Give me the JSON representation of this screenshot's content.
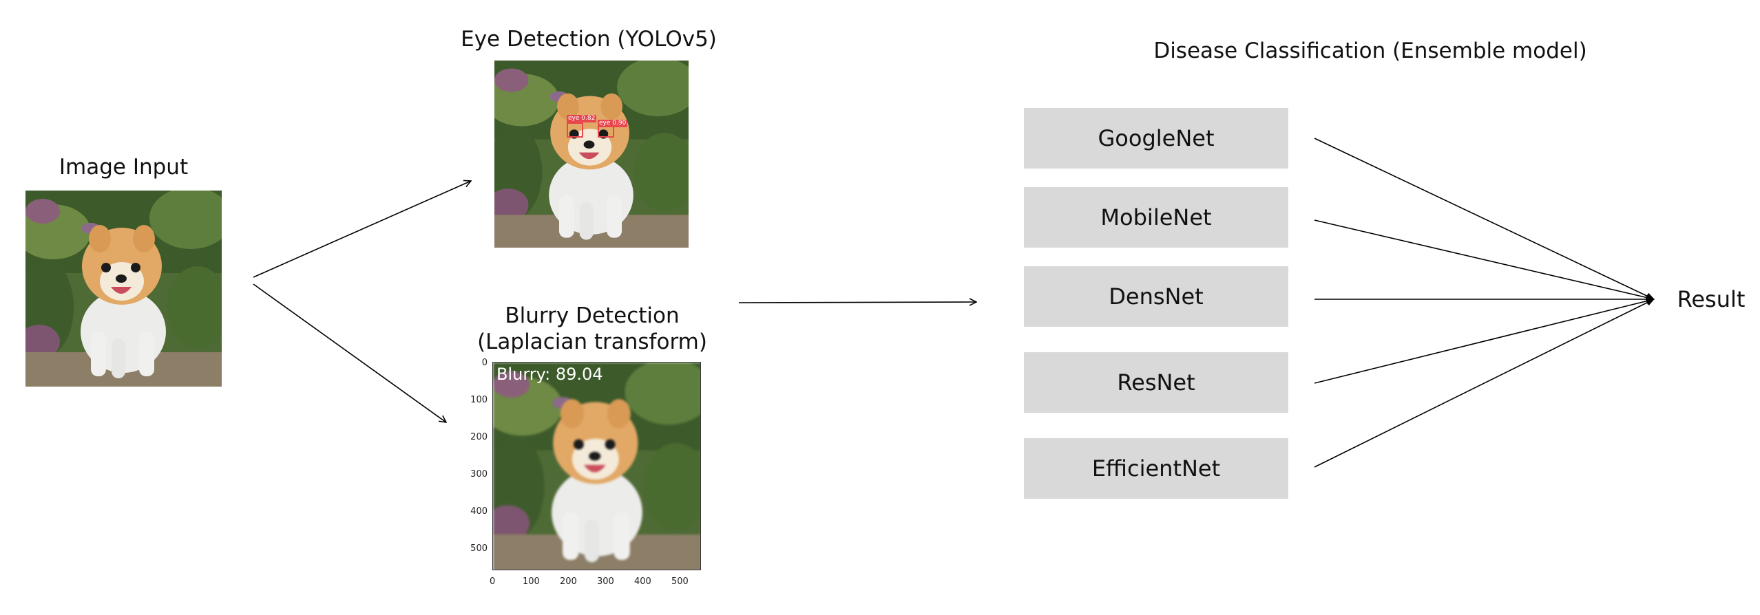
{
  "input": {
    "title": "Image Input"
  },
  "eye_detection": {
    "title": "Eye Detection (YOLOv5)",
    "labels": [
      "eye 0.82",
      "eye 0.90"
    ]
  },
  "blurry_detection": {
    "title_line1": "Blurry Detection",
    "title_line2": "(Laplacian transform)",
    "overlay_text": "Blurry: 89.04",
    "y_ticks": [
      "0",
      "100",
      "200",
      "300",
      "400",
      "500"
    ],
    "x_ticks": [
      "0",
      "100",
      "200",
      "300",
      "400",
      "500"
    ]
  },
  "classification": {
    "title": "Disease Classification (Ensemble model)",
    "models": [
      "GoogleNet",
      "MobileNet",
      "DensNet",
      "ResNet",
      "EfficientNet"
    ]
  },
  "output": {
    "label": "Result"
  },
  "colors": {
    "model_box": "#d9d9d9",
    "detection": "#e8484d",
    "arrow": "#000000"
  }
}
